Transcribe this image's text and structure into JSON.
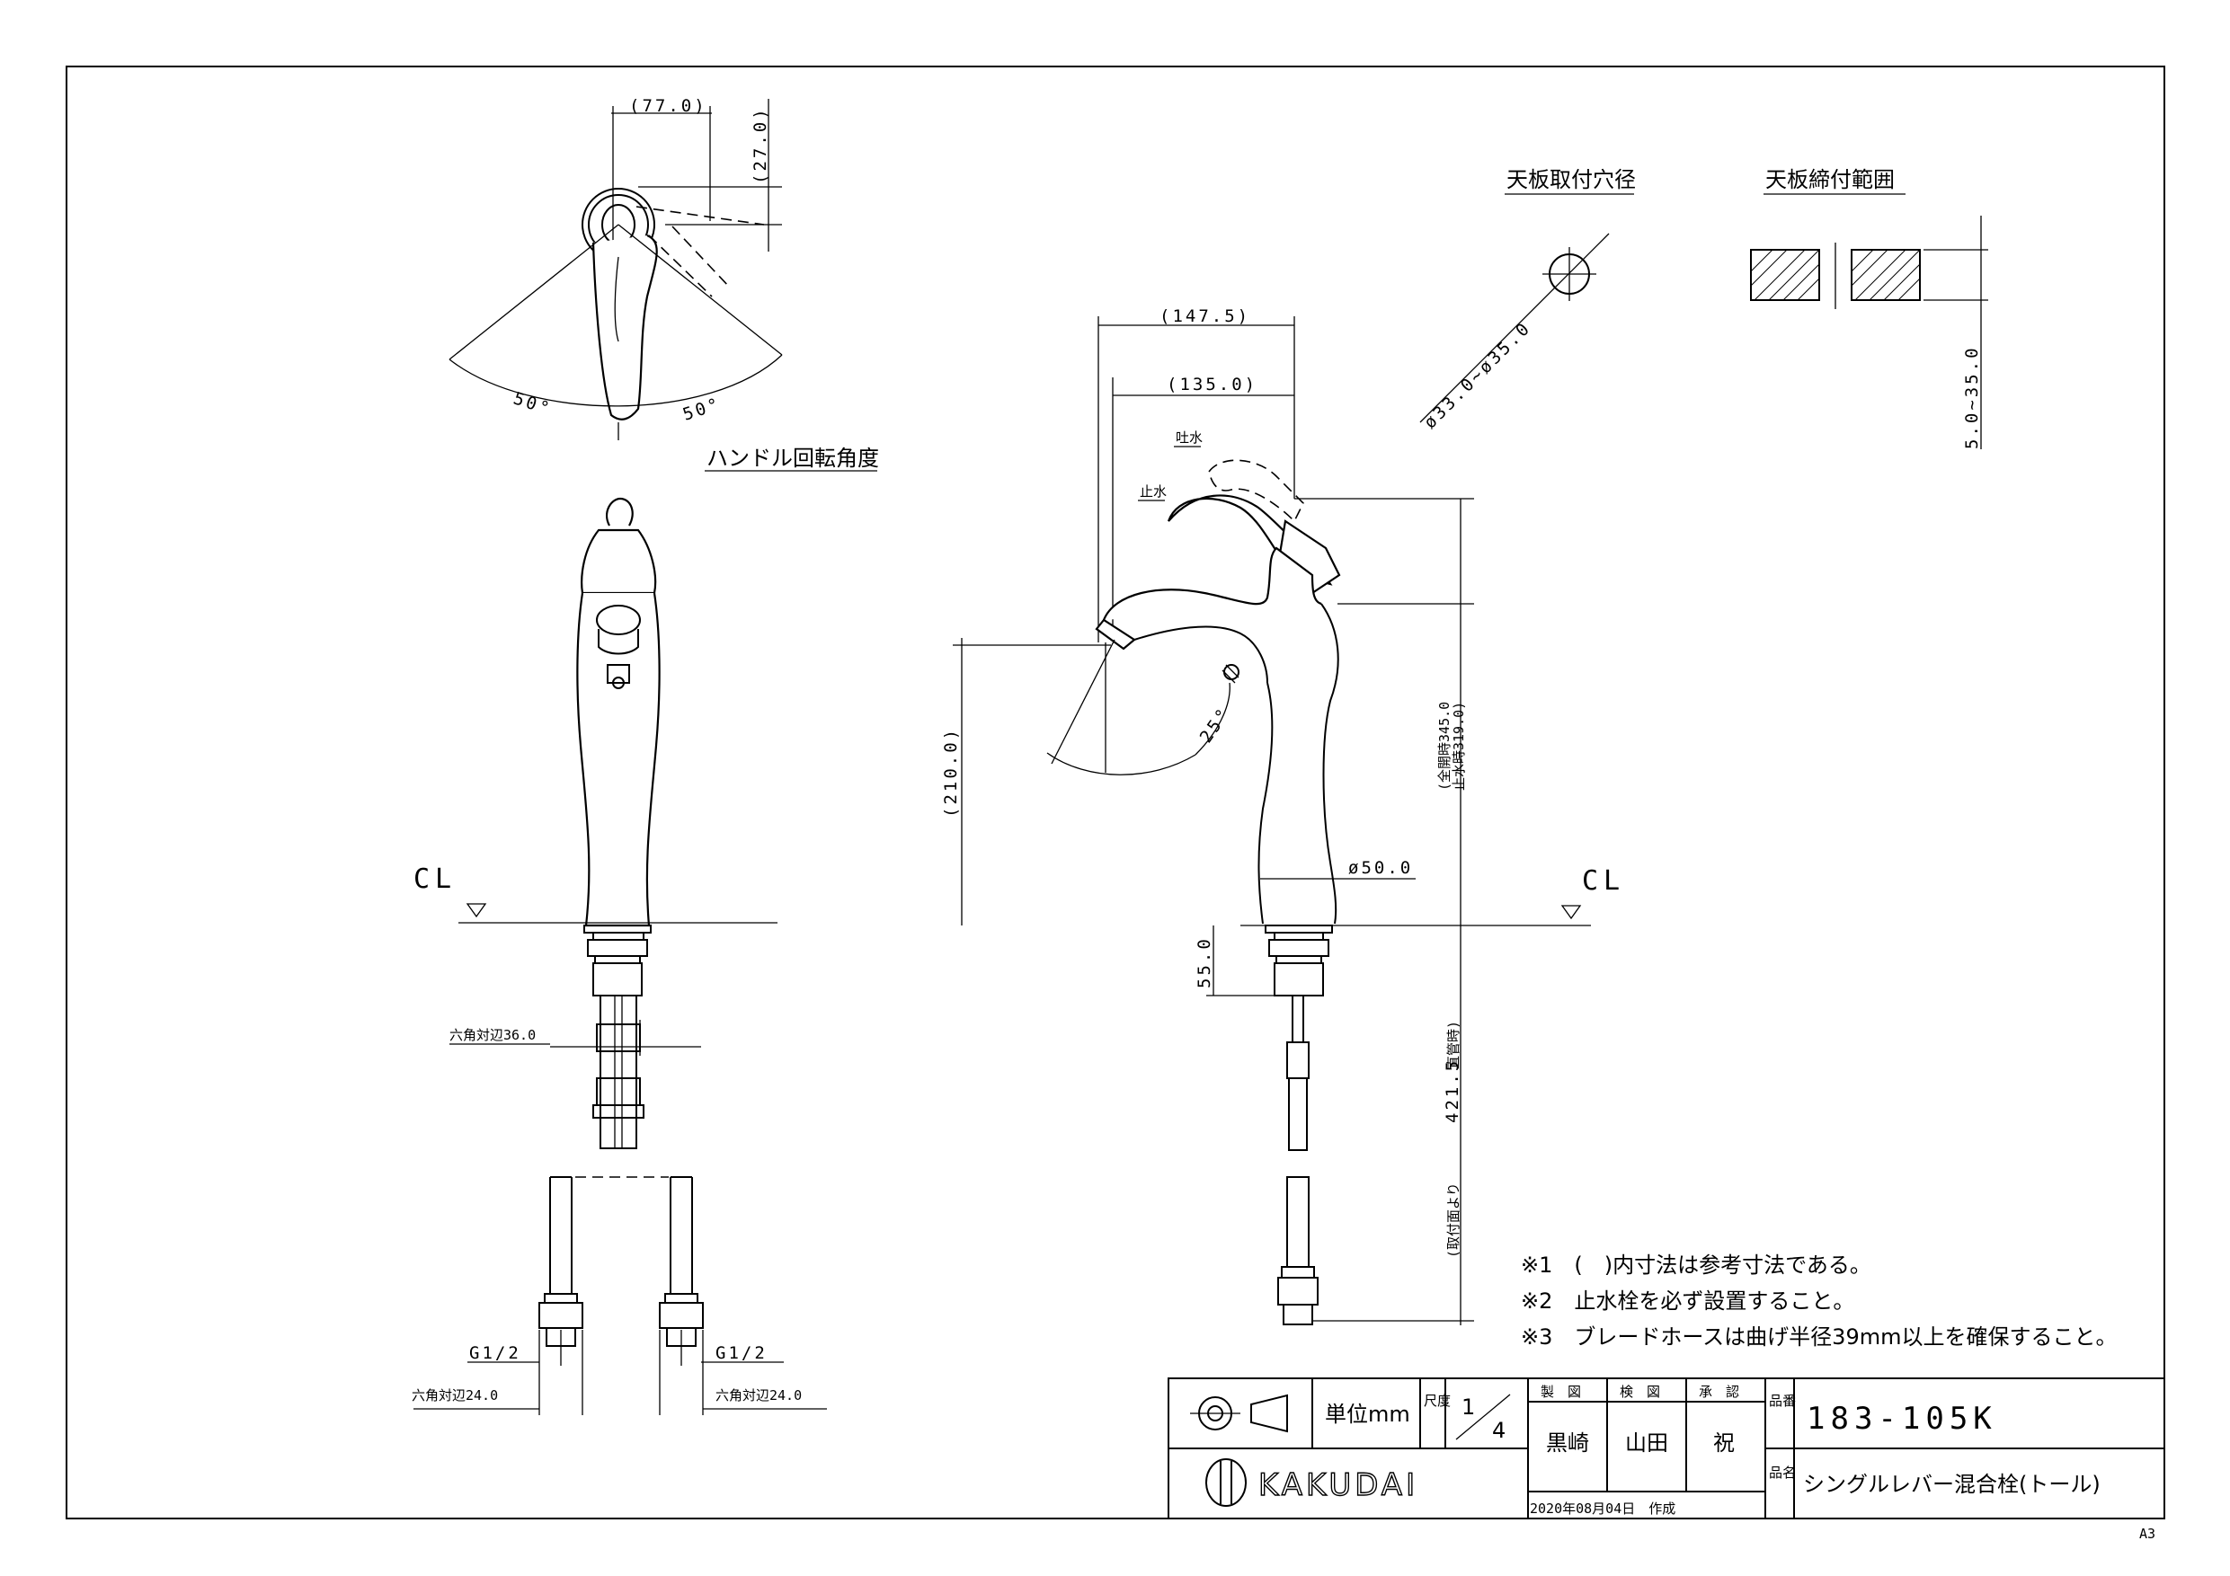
{
  "drawing": {
    "handle_angle_dims": {
      "width": "(77.0)",
      "height": "(27.0)",
      "left_angle": "50°",
      "right_angle": "50°"
    },
    "handle_rotation_label": "ハンドル回転角度",
    "spout_dims": {
      "total": "(147.5)",
      "reach": "(135.0)",
      "discharge_label": "吐水",
      "stop_label": "止水",
      "angle": "25°",
      "height_to_spout": "(210.0)",
      "body_diameter": "ø50.0",
      "mount_depth": "55.0"
    },
    "height_dims": {
      "full_open": "(全開時345.0",
      "closed": "止水時319.0)"
    },
    "hose_dim": {
      "prefix": "(取付面より",
      "value": "421.5",
      "suffix": "直管時)"
    },
    "hex_36": "六角対辺36.0",
    "hex_24_left": "六角対辺24.0",
    "hex_24_right": "六角対辺24.0",
    "thread_left": "G1/2",
    "thread_right": "G1/2",
    "cl_left": "CL",
    "cl_right": "CL",
    "counter_hole": {
      "title": "天板取付穴径",
      "dim": "ø33.0~ø35.0"
    },
    "counter_thickness": {
      "title": "天板締付範囲",
      "dim": "5.0~35.0"
    }
  },
  "notes": [
    "※1　(　)内寸法は参考寸法である。",
    "※2　止水栓を必ず設置すること。",
    "※3　ブレードホースは曲げ半径39mm以上を確保すること。"
  ],
  "title_block": {
    "unit_label": "単位mm",
    "scale_label": "尺度",
    "scale_num": "1",
    "scale_den": "4",
    "drawn_label": "製　図",
    "checked_label": "検　図",
    "approved_label": "承　認",
    "drawn_by": "黒崎",
    "checked_by": "山田",
    "approved_by": "祝",
    "part_no_label": "品番",
    "part_no": "183-105K",
    "name_label": "品名",
    "name": "シングルレバー混合栓(トール)",
    "company": "KAKUDAI",
    "date": "2020年08月04日　作成"
  },
  "sheet_size": "A3"
}
